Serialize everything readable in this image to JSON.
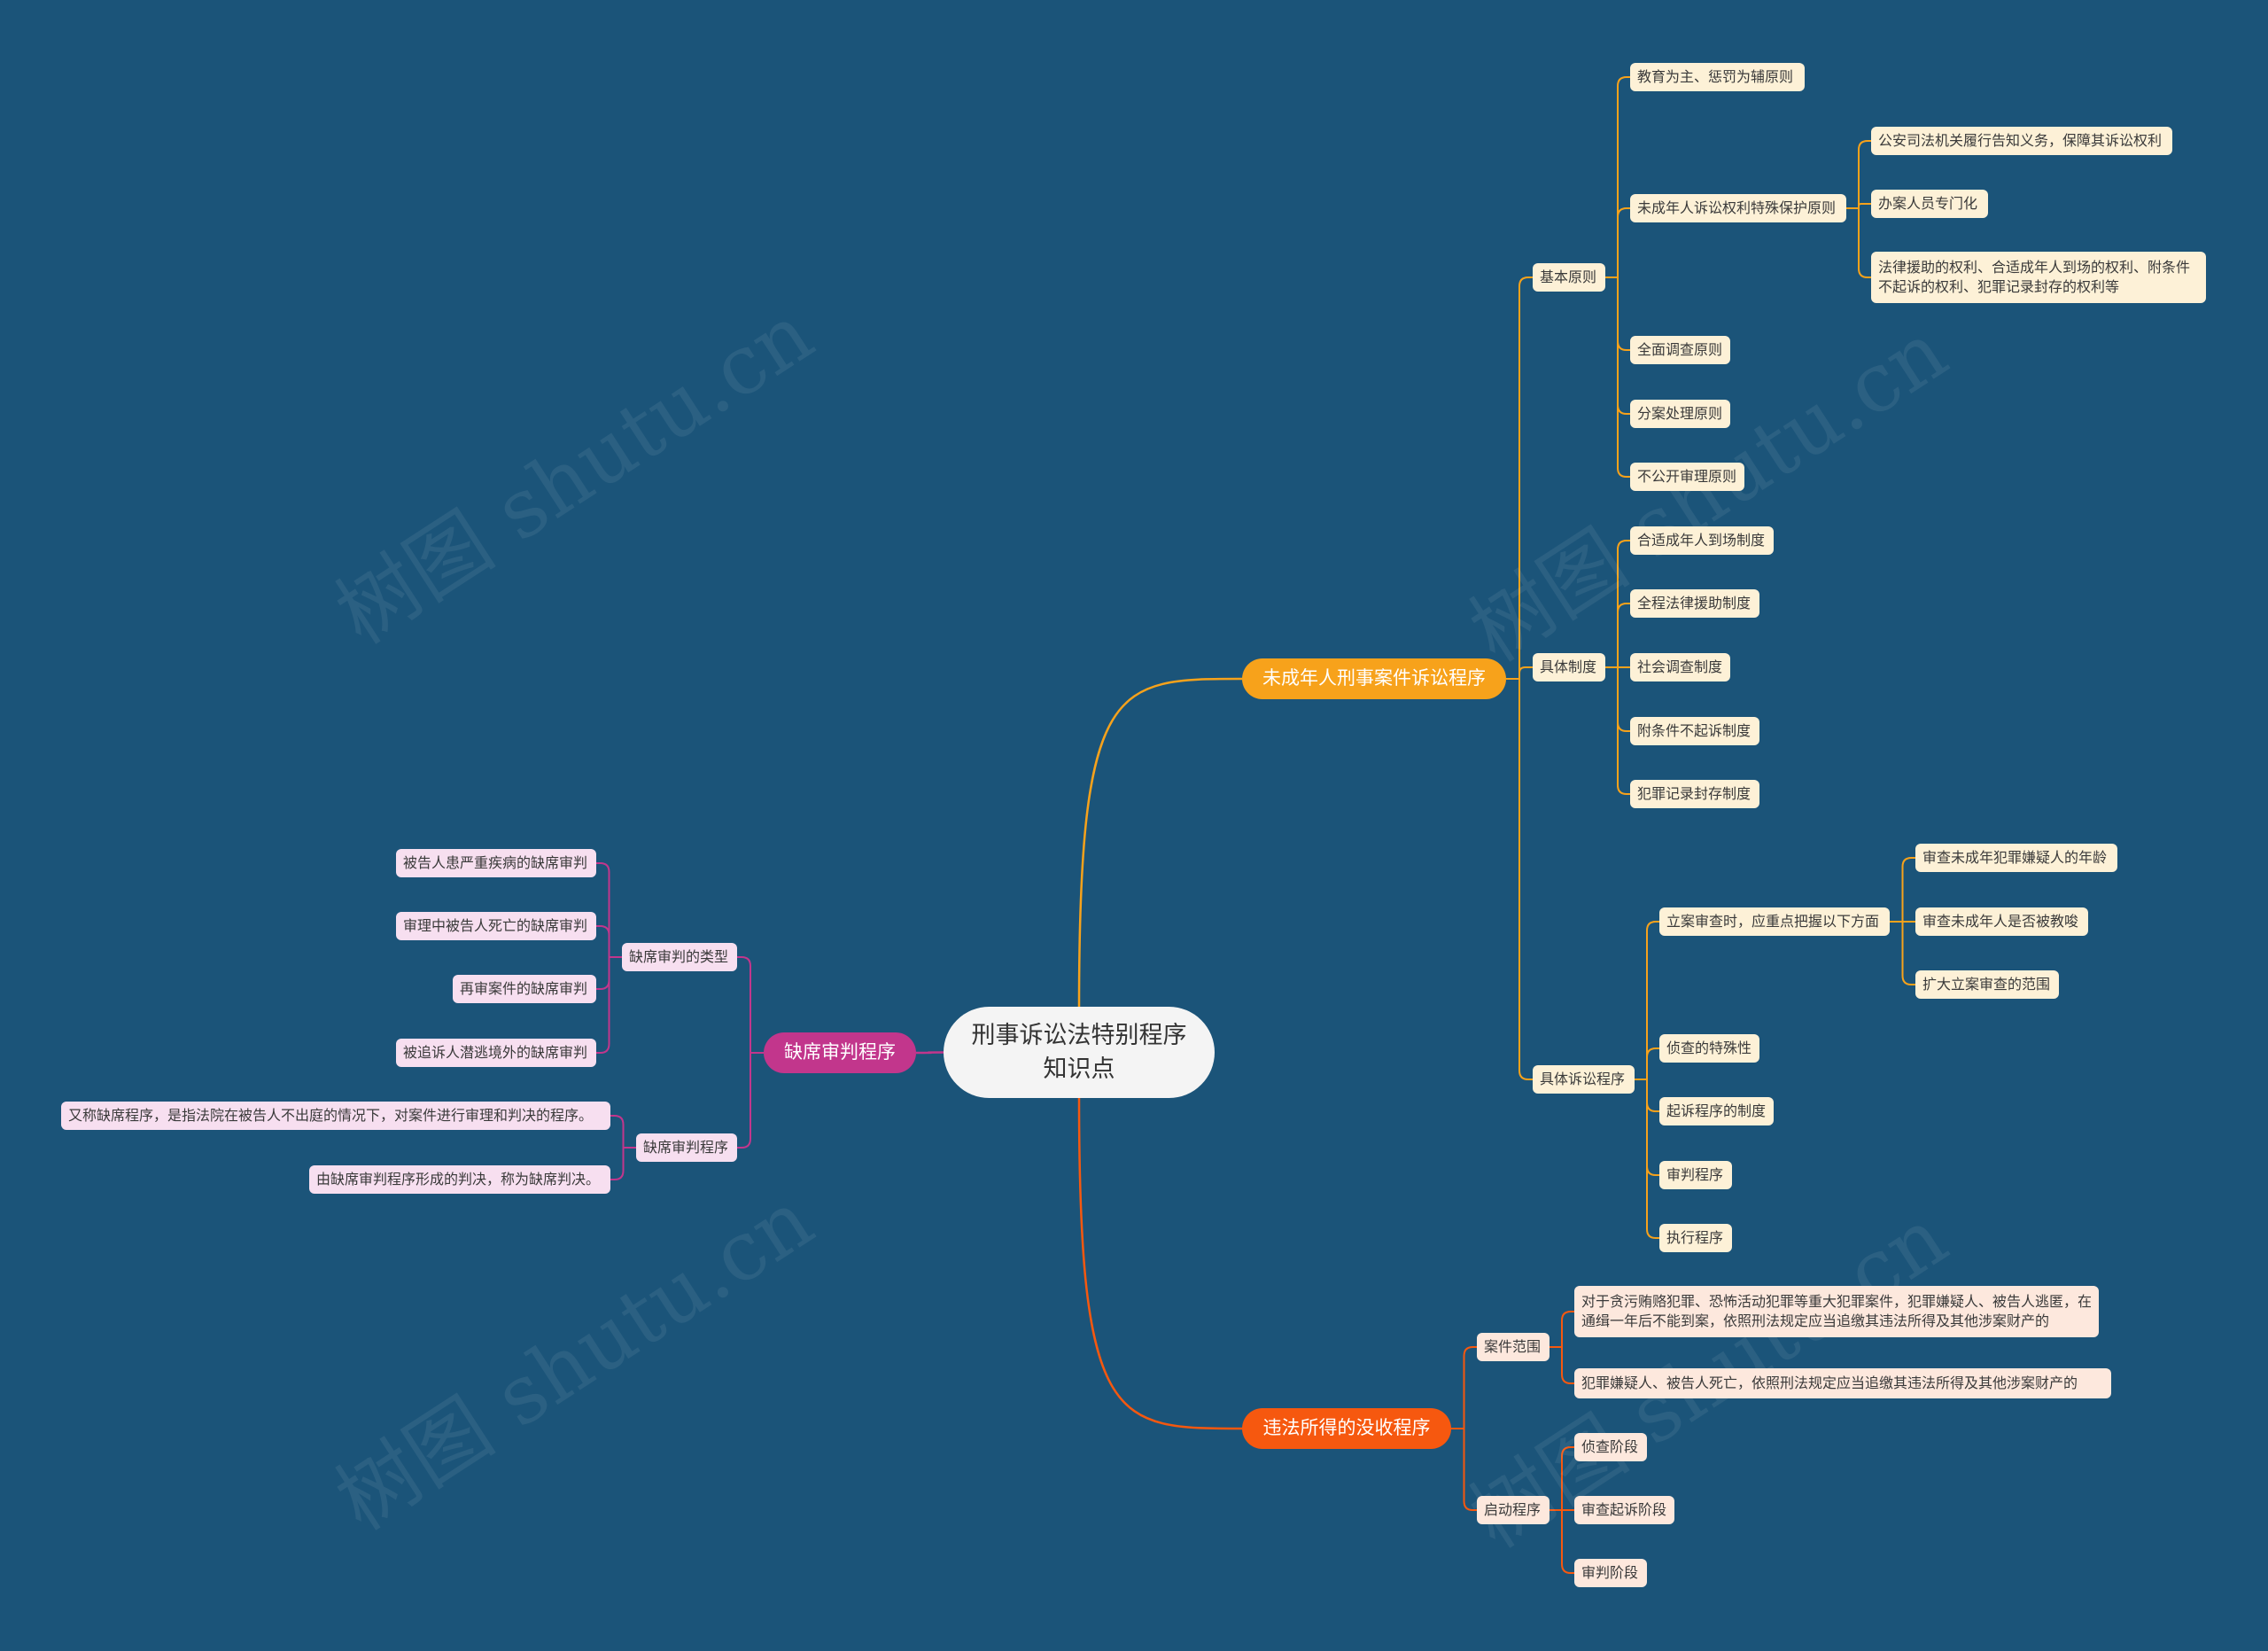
{
  "colors": {
    "background": "#1b5479",
    "branch_minor": "#f7a21b",
    "branch_minor_leaf": "#fdf1d7",
    "branch_confiscation": "#f6580f",
    "branch_confiscation_leaf": "#fde8dd",
    "branch_absentia": "#c2368c",
    "branch_absentia_leaf": "#f7dff0",
    "root": "#f4f4f4"
  },
  "watermark": "树图 shutu.cn",
  "mindmap": {
    "root": "刑事诉讼法特别程序知识点",
    "branches": [
      {
        "label": "未成年人刑事案件诉讼程序",
        "children": [
          {
            "label": "基本原则",
            "children": [
              {
                "label": "教育为主、惩罚为辅原则"
              },
              {
                "label": "未成年人诉讼权利特殊保护原则",
                "children": [
                  {
                    "label": "公安司法机关履行告知义务，保障其诉讼权利"
                  },
                  {
                    "label": "办案人员专门化"
                  },
                  {
                    "label": "法律援助的权利、合适成年人到场的权利、附条件不起诉的权利、犯罪记录封存的权利等"
                  }
                ]
              },
              {
                "label": "全面调查原则"
              },
              {
                "label": "分案处理原则"
              },
              {
                "label": "不公开审理原则"
              }
            ]
          },
          {
            "label": "具体制度",
            "children": [
              {
                "label": "合适成年人到场制度"
              },
              {
                "label": "全程法律援助制度"
              },
              {
                "label": "社会调查制度"
              },
              {
                "label": "附条件不起诉制度"
              },
              {
                "label": "犯罪记录封存制度"
              }
            ]
          },
          {
            "label": "具体诉讼程序",
            "children": [
              {
                "label": "立案审查时，应重点把握以下方面",
                "children": [
                  {
                    "label": "审查未成年犯罪嫌疑人的年龄"
                  },
                  {
                    "label": "审查未成年人是否被教唆"
                  },
                  {
                    "label": "扩大立案审查的范围"
                  }
                ]
              },
              {
                "label": "侦查的特殊性"
              },
              {
                "label": "起诉程序的制度"
              },
              {
                "label": "审判程序"
              },
              {
                "label": "执行程序"
              }
            ]
          }
        ]
      },
      {
        "label": "违法所得的没收程序",
        "children": [
          {
            "label": "案件范围",
            "children": [
              {
                "label": "对于贪污贿赂犯罪、恐怖活动犯罪等重大犯罪案件，犯罪嫌疑人、被告人逃匿，在通缉一年后不能到案，依照刑法规定应当追缴其违法所得及其他涉案财产的"
              },
              {
                "label": "犯罪嫌疑人、被告人死亡，依照刑法规定应当追缴其违法所得及其他涉案财产的"
              }
            ]
          },
          {
            "label": "启动程序",
            "children": [
              {
                "label": "侦查阶段"
              },
              {
                "label": "审查起诉阶段"
              },
              {
                "label": "审判阶段"
              }
            ]
          }
        ]
      },
      {
        "label": "缺席审判程序",
        "children": [
          {
            "label": "缺席审判的类型",
            "children": [
              {
                "label": "被告人患严重疾病的缺席审判"
              },
              {
                "label": "审理中被告人死亡的缺席审判"
              },
              {
                "label": "再审案件的缺席审判"
              },
              {
                "label": "被追诉人潜逃境外的缺席审判"
              }
            ]
          },
          {
            "label": "缺席审判程序",
            "children": [
              {
                "label": "又称缺席程序，是指法院在被告人不出庭的情况下，对案件进行审理和判决的程序。"
              },
              {
                "label": "由缺席审判程序形成的判决，称为缺席判决。"
              }
            ]
          }
        ]
      }
    ]
  }
}
